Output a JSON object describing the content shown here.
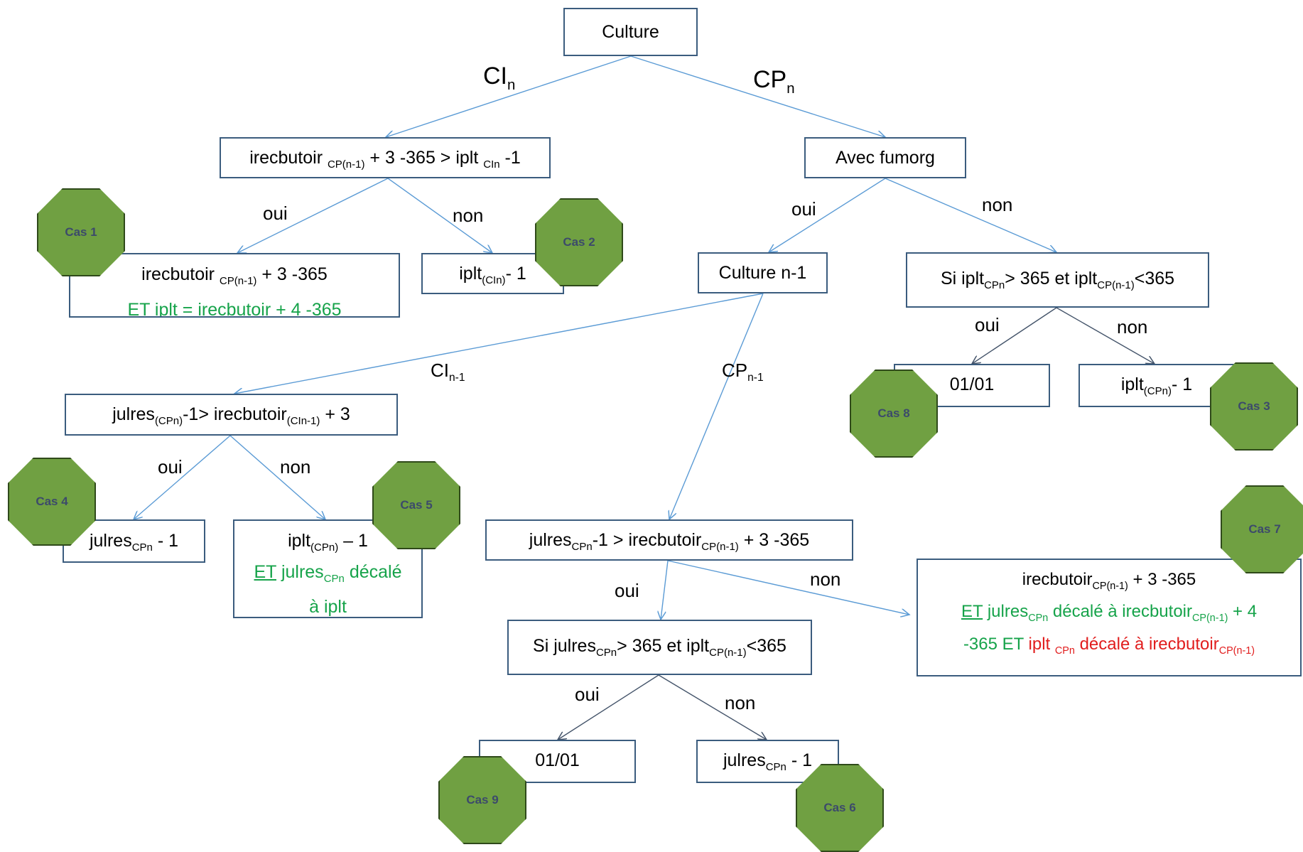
{
  "root": "Culture",
  "branch_ci_n": {
    "main": "CI",
    "sub": "n"
  },
  "branch_cp_n": {
    "main": "CP",
    "sub": "n"
  },
  "cond_ci": {
    "a": "irecbutoir ",
    "s1": "CP(n-1)",
    "b": " + 3 -365 > iplt ",
    "s2": "CIn",
    "c": " -1"
  },
  "avec_fumorg": "Avec fumorg",
  "culture_n1": "Culture n-1",
  "oui": "oui",
  "non": "non",
  "cas1_box": {
    "a": "irecbutoir ",
    "s1": "CP(n-1)",
    "b": " + 3 -365",
    "line2": "ET iplt      = irecbutoir         + 4 -365"
  },
  "cas2_box": {
    "a": "iplt",
    "s1": "(CIn)",
    "b": "- 1"
  },
  "si_iplt": {
    "a": "Si iplt",
    "s1": "CPn",
    "b": "> 365 et  iplt",
    "s2": "CP(n-1)",
    "c": "<365"
  },
  "d0101": "01/01",
  "cas3_box": {
    "a": "iplt",
    "s1": "(CPn)",
    "b": "- 1"
  },
  "branch_ci_n1": {
    "main": "CI",
    "sub": "n-1"
  },
  "branch_cp_n1": {
    "main": "CP",
    "sub": "n-1"
  },
  "cond_julres": {
    "a": "julres",
    "s1": "(CPn)",
    "b": "-1> irecbutoir",
    "s2": "(CIn-1)",
    "c": " + 3"
  },
  "cas4_box": {
    "a": "julres",
    "s1": "CPn",
    "b": " - 1"
  },
  "cas5_box": {
    "a": "iplt",
    "s1": "(CPn)",
    "b": " – 1",
    "et": "ET",
    "c": " julres",
    "s2": "CPn",
    "d": " décalé",
    "line3": "à iplt"
  },
  "cond_cp": {
    "a": "julres",
    "s1": "CPn",
    "b": "-1 > irecbutoir",
    "s2": "CP(n-1)",
    "c": " + 3 -365"
  },
  "si_julres": {
    "a": "Si julres",
    "s1": "CPn",
    "b": "> 365 et  iplt",
    "s2": "CP(n-1)",
    "c": "<365"
  },
  "cas6_box": {
    "a": "julres",
    "s1": "CPn",
    "b": " - 1"
  },
  "cas7_box": {
    "a": "irecbutoir",
    "s1": "CP(n-1)",
    "b": " + 3 -365",
    "et1": "ET",
    "c": " julres",
    "s2": "CPn",
    "d": " décalé à irecbutoir",
    "s3": "CP(n-1)",
    "e": " + 4",
    "f": "-365 ET  ",
    "g": "iplt ",
    "s4": "CPn",
    "h": " décalé à irecbutoir",
    "s5": "CP(n-1)"
  },
  "cas_labels": [
    "Cas 1",
    "Cas 2",
    "Cas 3",
    "Cas 4",
    "Cas 5",
    "Cas 6",
    "Cas 7",
    "Cas 8",
    "Cas 9"
  ],
  "colors": {
    "box_border": "#3b5c7e",
    "edge_blue": "#5b9bd5",
    "edge_dark": "#44546a",
    "octagon_fill": "#70a042",
    "green_text": "#16a34a",
    "red_text": "#e11d1d"
  }
}
